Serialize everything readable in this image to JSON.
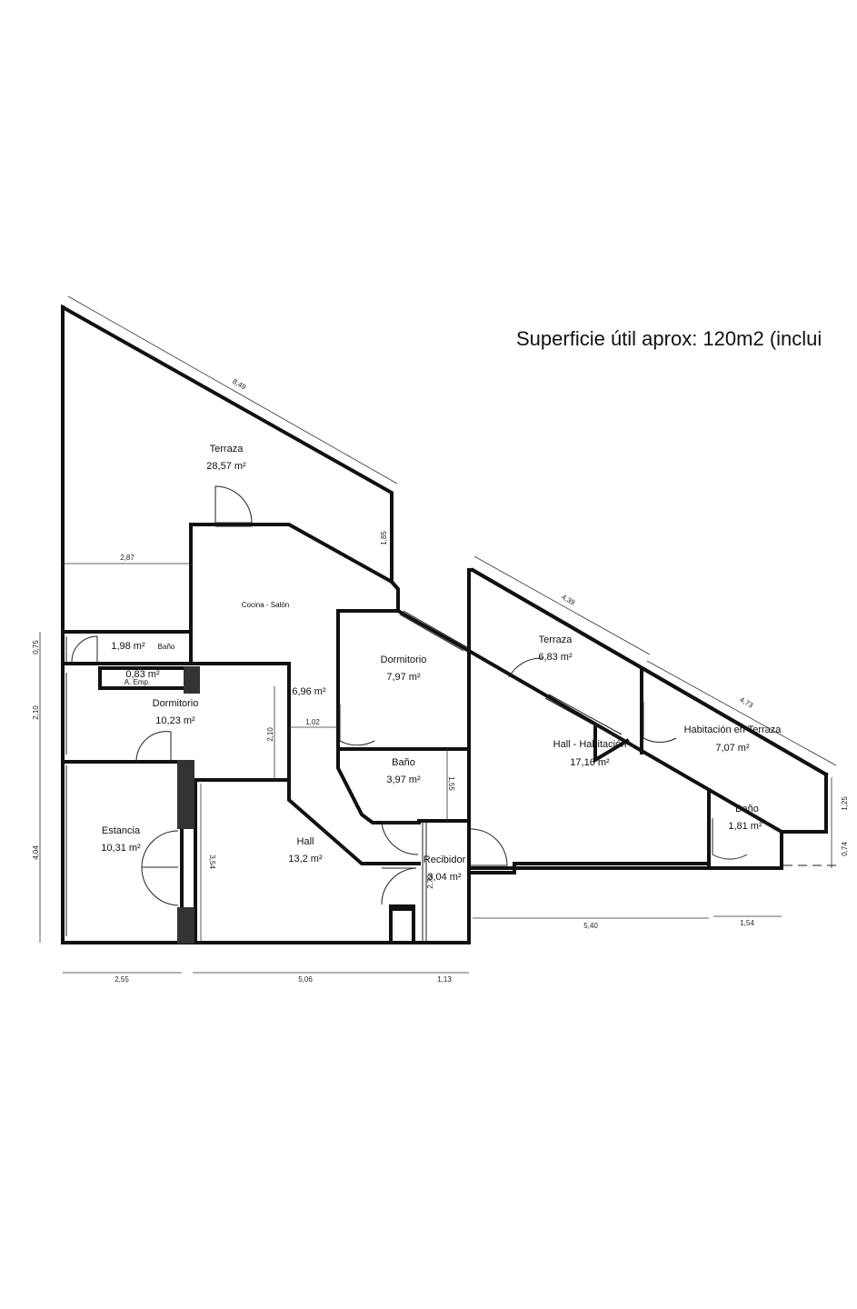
{
  "headline": "Superficie útil aprox: 120m2 (inclui",
  "rooms": {
    "terraza_main": {
      "name": "Terraza",
      "area": "28,57 m²"
    },
    "cocina_salon": {
      "name": "Cocina - Salón",
      "area": "6,96 m²"
    },
    "bano_1": {
      "name": "Baño",
      "area": "1,98 m²"
    },
    "armario": {
      "name": "A. Emp.",
      "area": "0,83 m²"
    },
    "dormitorio_1": {
      "name": "Dormitorio",
      "area": "10,23 m²"
    },
    "estancia": {
      "name": "Estancia",
      "area": "10,31 m²"
    },
    "hall": {
      "name": "Hall",
      "area": "13,2 m²"
    },
    "dormitorio_2": {
      "name": "Dormitorio",
      "area": "7,97 m²"
    },
    "bano_2": {
      "name": "Baño",
      "area": "3,97 m²"
    },
    "recibidor": {
      "name": "Recibidor",
      "area": "3,04 m²"
    },
    "terraza_small": {
      "name": "Terraza",
      "area": "6,83 m²"
    },
    "hall_habitacion": {
      "name": "Hall - Habitación",
      "area": "17,16 m²"
    },
    "hab_terraza": {
      "name": "Habitación en Terraza",
      "area": "7,07 m²"
    },
    "bano_3": {
      "name": "Baño",
      "area": "1,81 m²"
    }
  },
  "dimensions": {
    "d849": "8,49",
    "d185": "1,85",
    "d287": "2,87",
    "d075": "0,75",
    "d210a": "2,10",
    "d210b": "2,10",
    "d404": "4,04",
    "d102": "1,02",
    "d354": "3,54",
    "d155": "1,55",
    "d255": "2,55",
    "d506": "5,06",
    "d113": "1,13",
    "d270": "2,70",
    "d439": "4,39",
    "d473": "4,73",
    "d125": "1,25",
    "d074": "0,74",
    "d540": "5,40",
    "d154": "1,54"
  }
}
